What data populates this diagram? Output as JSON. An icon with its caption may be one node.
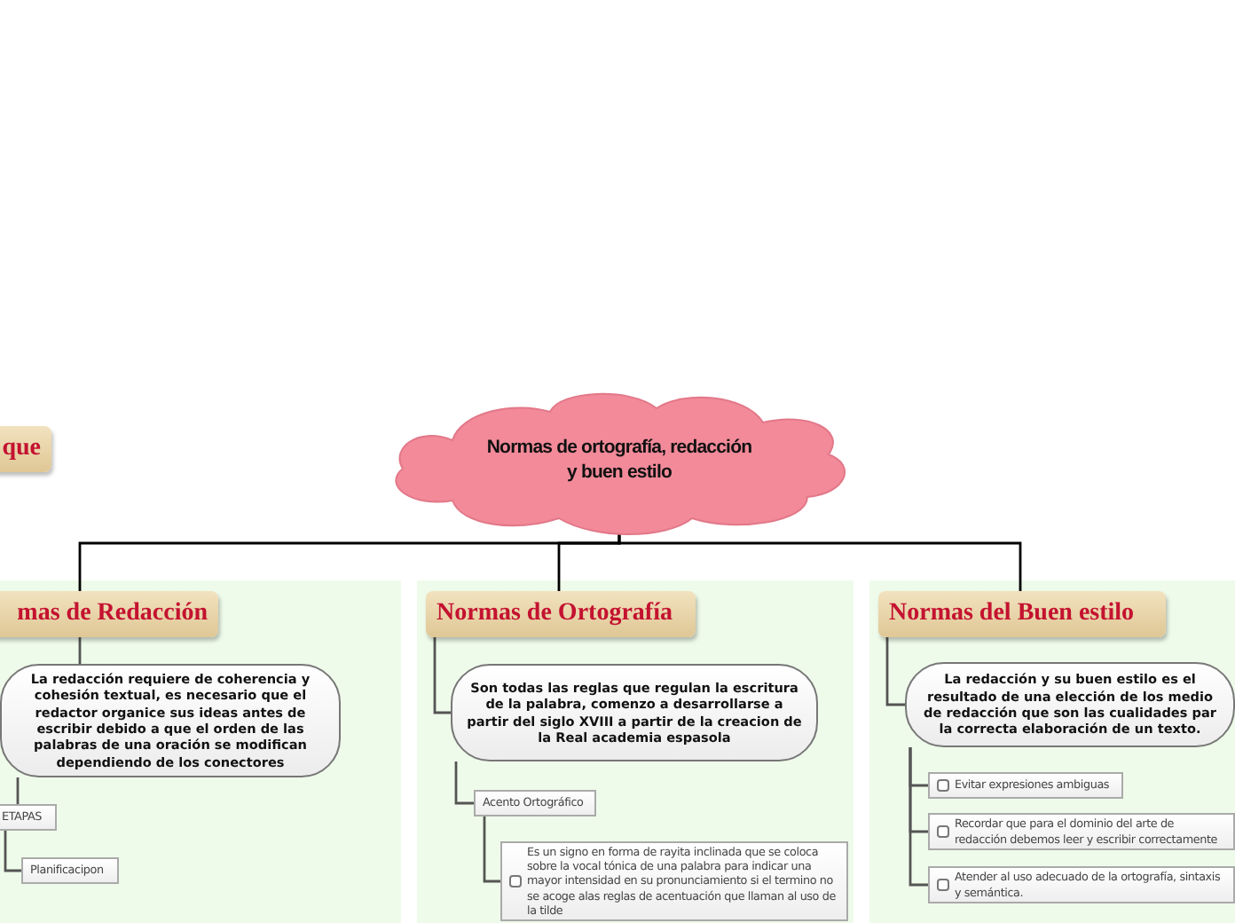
{
  "diagram": {
    "nodes": [
      {
        "text": [
          "Normas de ortografía, redacción y buen estilo"
        ]
      },
      {
        "text": [
          "que"
        ]
      },
      {
        "text": [],
        "shape": "box"
      },
      {
        "text": [
          "mas de Redacción"
        ],
        "in": 2
      },
      {
        "text": [
          "La redacción requiere de coherencia y cohesión textual, es necesario que el redactor organice sus ideas antes de escribir debido a que el orden de las palabras de una oración se modifican dependiendo de los conectores"
        ],
        "in": 2
      },
      {
        "text": [
          "ETAPAS"
        ],
        "in": 2
      },
      {
        "text": [
          "Planificacipon"
        ],
        "in": 2
      },
      {
        "text": [],
        "shape": "box"
      },
      {
        "text": [
          "Normas de Ortografía"
        ],
        "in": 7
      },
      {
        "text": [
          "Son todas las reglas que regulan la escritura de la palabra, comenzo a desarrollarse a partir del siglo XVIII a partir de la creacion de la Real academia espasola"
        ],
        "in": 7
      },
      {
        "text": [
          "Acento Ortográfico"
        ],
        "in": 7
      },
      {
        "text": [
          "Es un signo en forma de rayita inclinada que se coloca sobre la vocal tónica de una palabra para indicar una mayor intensidad en su pronunciamiento  si el termino no se acoge alas reglas de acentuación que llaman al uso de la tilde"
        ],
        "in": 7
      },
      {
        "text": [],
        "shape": "box"
      },
      {
        "text": [
          "Normas del Buen estilo"
        ],
        "in": 12
      },
      {
        "text": [
          "La redacción y su buen estilo es el resultado de una elección de los medio de redacción que son las cualidades par la correcta elaboración de un texto."
        ],
        "in": 12
      },
      {
        "text": [
          "Evitar  expresiones ambiguas"
        ],
        "in": 12
      },
      {
        "text": [
          "Recordar que para el dominio del arte de redacción debemos leer y escribir correctamente"
        ],
        "in": 12
      },
      {
        "text": [
          "Atender al uso adecuado de la ortografía, sintaxis y semántica."
        ],
        "in": 12
      }
    ],
    "edges": [
      {
        "from": 0,
        "to": 3,
        "arrow": "none",
        "color": "#000000"
      },
      {
        "from": 0,
        "to": 8,
        "arrow": "none",
        "color": "#000000"
      },
      {
        "from": 0,
        "to": 13,
        "arrow": "none",
        "color": "#000000"
      },
      {
        "from": 3,
        "to": 4,
        "arrow": "none"
      },
      {
        "from": 4,
        "to": 5,
        "arrow": "none"
      },
      {
        "from": 5,
        "to": 6,
        "arrow": "none"
      },
      {
        "from": 8,
        "to": 9,
        "arrow": "none"
      },
      {
        "from": 9,
        "to": 10,
        "arrow": "none"
      },
      {
        "from": 10,
        "to": 11,
        "arrow": "none"
      },
      {
        "from": 13,
        "to": 14,
        "arrow": "none"
      },
      {
        "from": 14,
        "to": 15,
        "arrow": "none"
      },
      {
        "from": 14,
        "to": 16,
        "arrow": "none"
      },
      {
        "from": 14,
        "to": 17,
        "arrow": "none"
      }
    ]
  }
}
